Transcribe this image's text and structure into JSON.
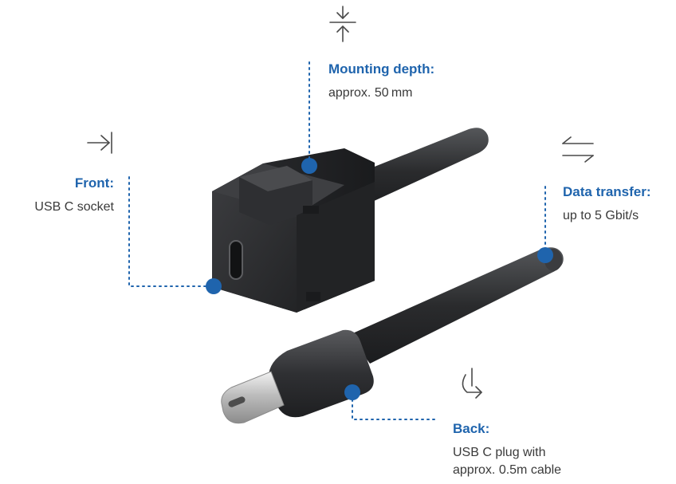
{
  "callouts": {
    "front": {
      "title": "Front:",
      "description": "USB C socket",
      "icon": "arrow-to-line-icon"
    },
    "mounting_depth": {
      "title": "Mounting depth:",
      "description": "approx. 50 mm",
      "icon": "compress-vertical-icon"
    },
    "data_transfer": {
      "title": "Data transfer:",
      "description": "up to 5 Gbit/s",
      "icon": "bidirectional-arrows-icon"
    },
    "back": {
      "title": "Back:",
      "description_lines": [
        "USB C plug with",
        "approx. 0.5m cable"
      ],
      "icon": "turn-down-right-icon"
    }
  },
  "colors": {
    "accent": "#1f64ad",
    "text": "#3a3a3a",
    "device": "#2b2c2e",
    "icon": "#4a4a4a"
  }
}
